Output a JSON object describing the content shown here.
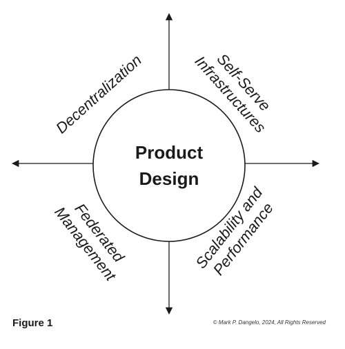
{
  "center": {
    "line1": "Product",
    "line2": "Design"
  },
  "quadrants": {
    "top_left": {
      "line1": "Decentralization"
    },
    "top_right": {
      "line1": "Self-Serve",
      "line2": "Infrastructures"
    },
    "bottom_left": {
      "line1": "Federated",
      "line2": "Management"
    },
    "bottom_right": {
      "line1": "Scalability and",
      "line2": "Performance"
    }
  },
  "figure_label": "Figure 1",
  "copyright": "© Mark P. Dangelo, 2024, All Rights Reserved",
  "colors": {
    "ink": "#1a1a1a",
    "background": "#ffffff"
  }
}
